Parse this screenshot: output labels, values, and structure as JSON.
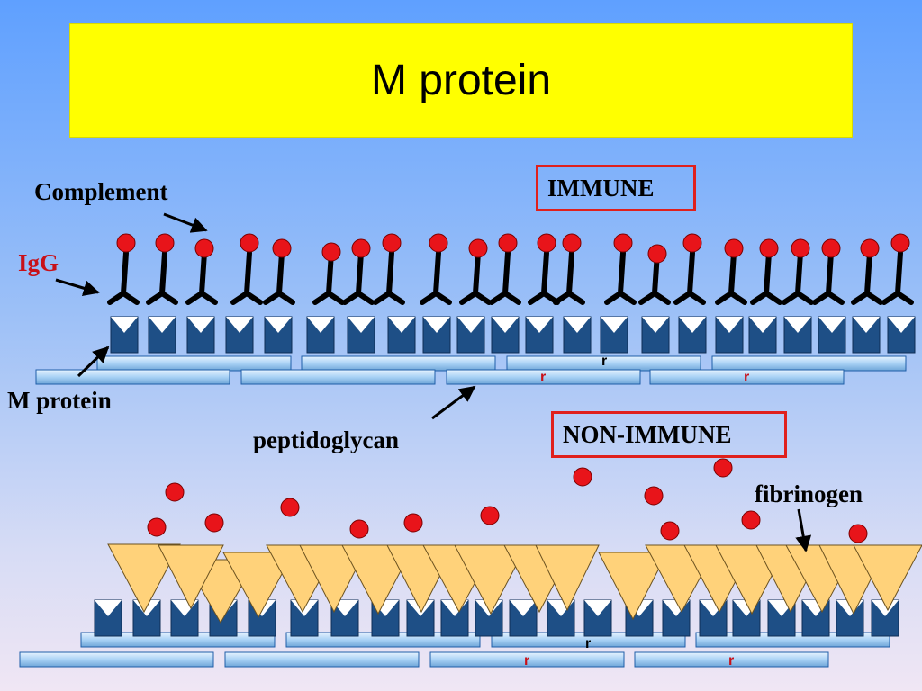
{
  "title": "M protein",
  "labels": {
    "complement": "Complement",
    "igg": "IgG",
    "m_protein": "M protein",
    "peptidoglycan": "peptidoglycan",
    "immune": "IMMUNE",
    "non_immune": "NON-IMMUNE",
    "fibrinogen": "fibrinogen",
    "r": "r"
  },
  "colors": {
    "title_bg": "#ffff00",
    "complement_red": "#e8141a",
    "fibrinogen_gold": "#ffd27a",
    "m_protein_navy": "#1e4f86",
    "peptidoglycan_bar": "#a9d2f5",
    "label_red": "#c81018",
    "box_red": "#e0201c"
  }
}
